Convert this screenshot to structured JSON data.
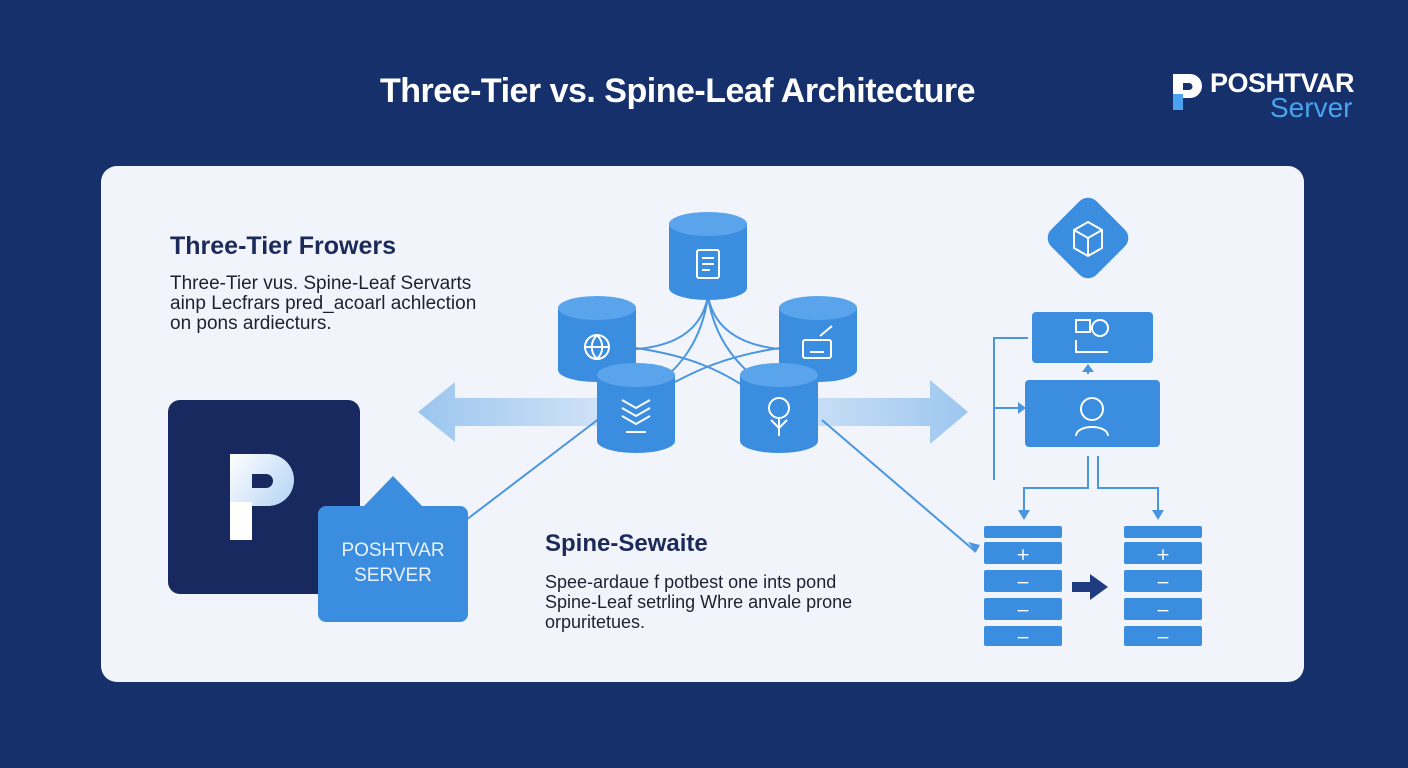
{
  "header": {
    "title": "Three-Tier vs. Spine-Leaf Architecture",
    "brand_line1": "POSHTVAR",
    "brand_line2": "Server"
  },
  "three_tier": {
    "heading": "Three-Tier Frowers",
    "body_lines": [
      "Three-Tier vus. Spine-Leaf Servarts",
      "ainp Lecfrars pred_acoarl achlection",
      "on pons ardiecturs."
    ]
  },
  "spine_leaf": {
    "heading": "Spine-Sewaite",
    "body_lines": [
      "Spee-ardaue f potbest one ints pond",
      "Spine-Leaf setrling Whre anvale prone",
      "orpuritetues."
    ]
  },
  "server_badge": {
    "line1": "POSHTVAR",
    "line2": "SERVER"
  },
  "icons": {
    "db_top": "document-icon",
    "db_left": "globe-icon",
    "db_right": "edit-icon",
    "db_mid_left": "layers-icon",
    "db_mid_right": "tree-icon",
    "cube": "cube-icon",
    "panel_top": "shapes-icon",
    "panel_mid": "user-icon"
  },
  "stack_left_buttons": [
    "+",
    "−",
    "−",
    "−"
  ],
  "stack_right_buttons": [
    "+",
    "−",
    "−",
    "−"
  ],
  "colors": {
    "background": "#15306b",
    "card": "#f1f5fb",
    "accent": "#3b8de0",
    "accent_light": "#4aa3f0",
    "dark": "#17295e"
  }
}
